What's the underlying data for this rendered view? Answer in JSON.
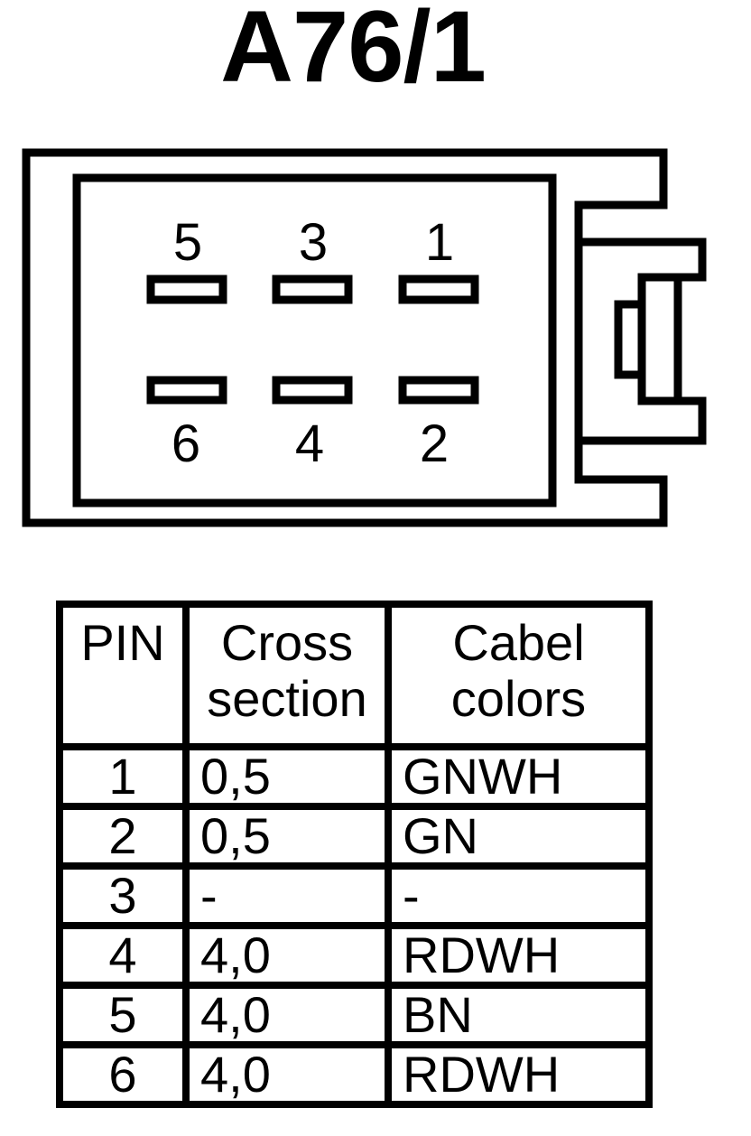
{
  "page": {
    "title": "A76/1",
    "background_color": "#ffffff",
    "line_color": "#000000"
  },
  "connector": {
    "pin_labels": {
      "top_row": [
        "5",
        "3",
        "1"
      ],
      "bottom_row": [
        "6",
        "4",
        "2"
      ]
    }
  },
  "table": {
    "headers": {
      "pin": "PIN",
      "cross_section": "Cross section",
      "cable_colors": "Cabel colors"
    },
    "rows": [
      {
        "pin": "1",
        "cross_section": "0,5",
        "cable_color": "GNWH"
      },
      {
        "pin": "2",
        "cross_section": "0,5",
        "cable_color": "GN"
      },
      {
        "pin": "3",
        "cross_section": "-",
        "cable_color": "-"
      },
      {
        "pin": "4",
        "cross_section": "4,0",
        "cable_color": "RDWH"
      },
      {
        "pin": "5",
        "cross_section": "4,0",
        "cable_color": "BN"
      },
      {
        "pin": "6",
        "cross_section": "4,0",
        "cable_color": "RDWH"
      }
    ]
  }
}
